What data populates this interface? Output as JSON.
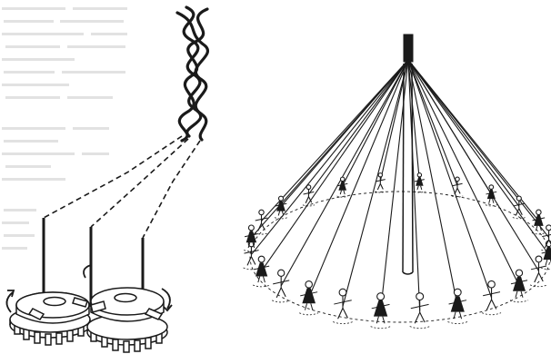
{
  "figure": {
    "left_panel": {
      "subject": "braiding-machine-illustration",
      "strand_count": 3,
      "gear_count": 2,
      "rotation_arrows": 3
    },
    "right_panel": {
      "subject": "maypole-dance-illustration",
      "ribbon_count": 24,
      "dancer_count": 24
    },
    "colors": {
      "ink": "#1a1a1a",
      "paper": "#ffffff",
      "halftone": "#d6d6d6"
    }
  }
}
